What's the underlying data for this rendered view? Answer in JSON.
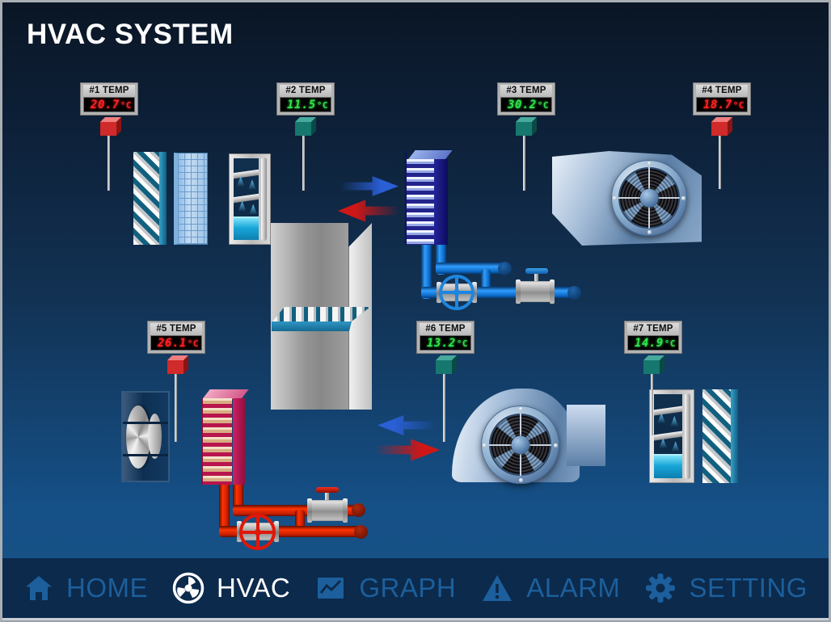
{
  "title": "HVAC SYSTEM",
  "temps": [
    {
      "label": "#1 TEMP",
      "value": "20.7",
      "unit": "°C",
      "value_color": "#ff2222",
      "sensor": "hot"
    },
    {
      "label": "#2 TEMP",
      "value": "11.5",
      "unit": "°C",
      "value_color": "#2ee44c",
      "sensor": "cold"
    },
    {
      "label": "#3 TEMP",
      "value": "30.2",
      "unit": "°C",
      "value_color": "#2ee44c",
      "sensor": "cold"
    },
    {
      "label": "#4 TEMP",
      "value": "18.7",
      "unit": "°C",
      "value_color": "#ff2222",
      "sensor": "hot"
    },
    {
      "label": "#5 TEMP",
      "value": "26.1",
      "unit": "°C",
      "value_color": "#ff2222",
      "sensor": "hot"
    },
    {
      "label": "#6 TEMP",
      "value": "13.2",
      "unit": "°C",
      "value_color": "#2ee44c",
      "sensor": "cold"
    },
    {
      "label": "#7 TEMP",
      "value": "14.9",
      "unit": "°C",
      "value_color": "#2ee44c",
      "sensor": "cold"
    }
  ],
  "nav": {
    "items": [
      {
        "label": "HOME",
        "icon": "home-icon",
        "active": false
      },
      {
        "label": "HVAC",
        "icon": "fan-icon",
        "active": true
      },
      {
        "label": "GRAPH",
        "icon": "graph-icon",
        "active": false
      },
      {
        "label": "ALARM",
        "icon": "alarm-icon",
        "active": false
      },
      {
        "label": "SETTING",
        "icon": "settings-icon",
        "active": false
      }
    ]
  },
  "colors": {
    "bg_top": "#0a1625",
    "bg_low": "#175186",
    "nav_bg": "#0c2a4c",
    "nav_inactive": "#1c5f9c",
    "nav_active": "#ffffff",
    "lcd_red": "#ff2222",
    "lcd_green": "#2ee44c",
    "sensor_hot": "#d02a2a",
    "sensor_cold": "#16776e",
    "arrow_blue": "#2a5fd6",
    "arrow_red": "#cf1717",
    "pipe_cold": "#1e8ceb",
    "pipe_hot": "#e32400",
    "coil_cold": "#23238c",
    "coil_hot": "#c2185b",
    "water": "#18a6d9",
    "duct_gray": "#a8a8a8"
  }
}
